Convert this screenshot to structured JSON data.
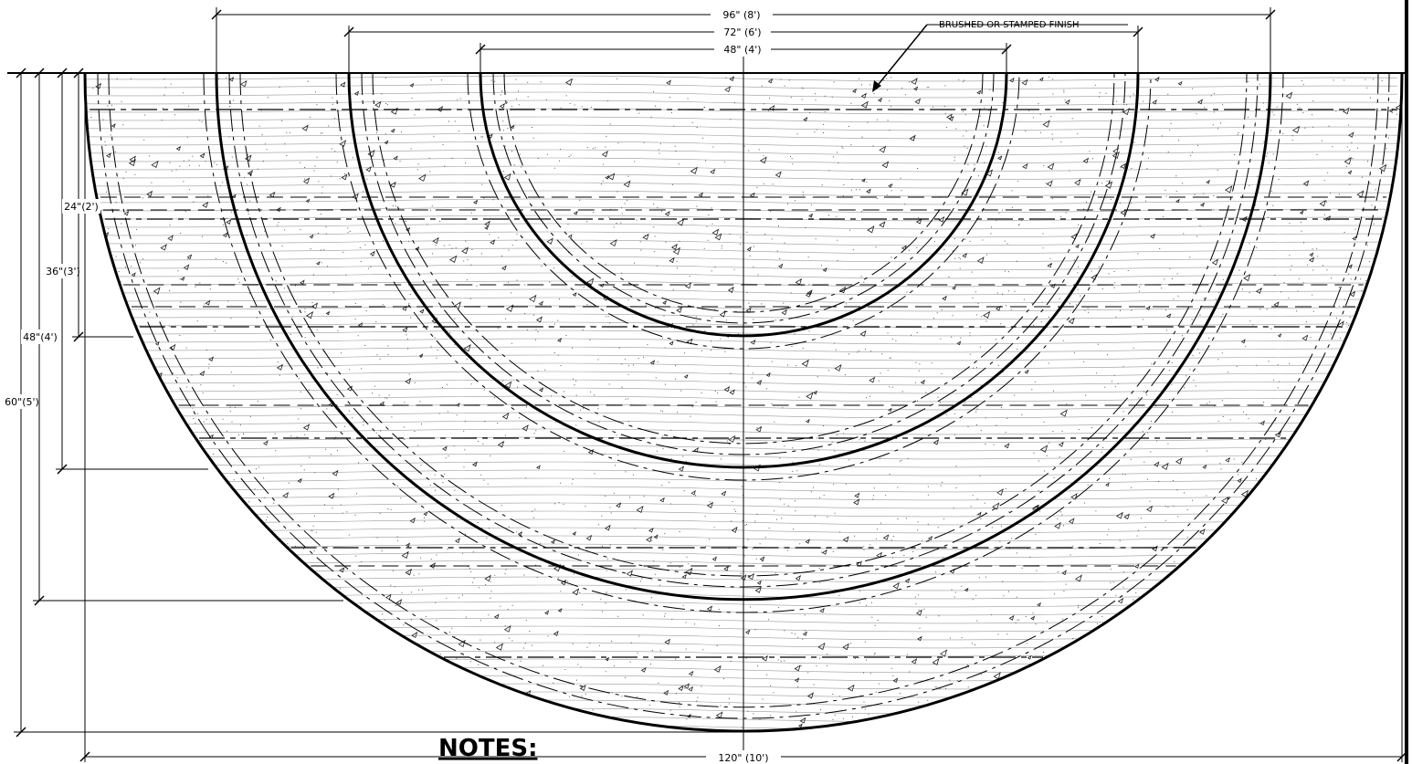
{
  "drawing": {
    "dimensions_top": [
      {
        "id": "w96",
        "label": "96\" (8')"
      },
      {
        "id": "w72",
        "label": "72\" (6')"
      },
      {
        "id": "w48",
        "label": "48\" (4')"
      }
    ],
    "dimension_bottom": {
      "id": "w120",
      "label": "120\" (10')"
    },
    "dimensions_left": [
      {
        "id": "d24",
        "label": "24\"(2')"
      },
      {
        "id": "d36",
        "label": "36\"(3')"
      },
      {
        "id": "d48",
        "label": "48\"(4')"
      },
      {
        "id": "d60",
        "label": "60\"(5')"
      }
    ],
    "callout": "BRUSHED OR STAMPED FINISH",
    "notes_heading": "NOTES:"
  }
}
